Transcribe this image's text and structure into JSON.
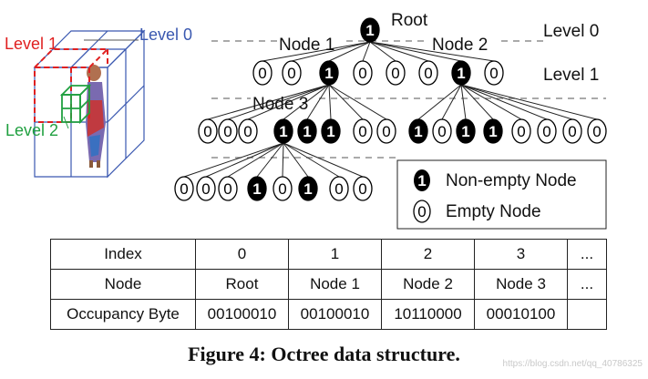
{
  "cube": {
    "level0_label": "Level 0",
    "level1_label": "Level 1",
    "level2_label": "Level 2",
    "colors": {
      "level0": "#3a58b0",
      "level1": "#e02020",
      "level2": "#20a040"
    }
  },
  "tree": {
    "root_label": "Root",
    "root_value": "1",
    "node1_label": "Node 1",
    "node2_label": "Node 2",
    "node3_label": "Node 3",
    "level0_label": "Level 0",
    "level1_label": "Level 1",
    "row1": [
      "0",
      "0",
      "1",
      "0",
      "0",
      "0",
      "1",
      "0"
    ],
    "row2_left": [
      "0",
      "0",
      "0",
      "1",
      "1",
      "1",
      "0",
      "0"
    ],
    "row2_right": [
      "1",
      "0",
      "1",
      "1",
      "0",
      "0",
      "0",
      "0"
    ],
    "row3": [
      "0",
      "0",
      "0",
      "1",
      "0",
      "1",
      "0",
      "0"
    ]
  },
  "legend": {
    "nonempty_symbol": "1",
    "nonempty_label": "Non-empty Node",
    "empty_symbol": "0",
    "empty_label": "Empty Node"
  },
  "table": {
    "headers": [
      "Index",
      "Node",
      "Occupancy Byte"
    ],
    "index": [
      "0",
      "1",
      "2",
      "3",
      "..."
    ],
    "node": [
      "Root",
      "Node 1",
      "Node 2",
      "Node 3",
      "..."
    ],
    "occupancy": [
      "00100010",
      "00100010",
      "10110000",
      "00010100",
      ""
    ]
  },
  "caption": "Figure 4: Octree data structure.",
  "watermark": "https://blog.csdn.net/qq_40786325"
}
